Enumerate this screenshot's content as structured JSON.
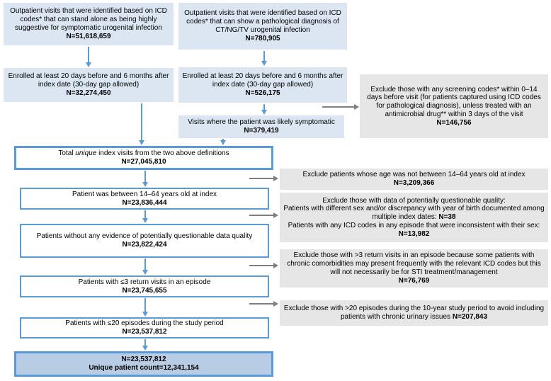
{
  "colors": {
    "box_fill_light_blue": "#dce6f2",
    "box_fill_gray": "#e7e6e6",
    "box_fill_periwinkle": "#b8cce4",
    "border_blue": "#5b9bd5",
    "arrow_blue": "#5b9bd5",
    "arrow_gray": "#7f7f7f",
    "text": "#000000"
  },
  "top": {
    "left_def": {
      "text": "Outpatient visits that were identified based on ICD codes* that can stand alone as being highly suggestive for symptomatic urogenital infection",
      "n": "N=51,618,659"
    },
    "right_def": {
      "text": "Outpatient visits that were identified based on ICD codes* that can show a pathological diagnosis of CT/NG/TV urogenital infection",
      "n": "N=780,905"
    },
    "left_enroll": {
      "text": "Enrolled at least 20 days before and 6 months after index date (30-day gap allowed)",
      "n": "N=32,274,450"
    },
    "right_enroll": {
      "text": "Enrolled at least 20 days before and 6 months after index date (30-day gap allowed)",
      "n": "N=526,175"
    },
    "symptomatic": {
      "text": "Visits where the patient was likely symptomatic",
      "n": "N=379,419"
    }
  },
  "flow": {
    "total": {
      "pre": "Total ",
      "em": "unique",
      "post": " index visits from the two above definitions",
      "n": "N=27,045,810"
    },
    "age": {
      "text": "Patient was between 14–64 years old at index",
      "n": "N=23,836,444"
    },
    "quality": {
      "text": "Patients without any evidence of potentially questionable data quality",
      "n": "N=23,822,424"
    },
    "returns": {
      "text": "Patients with ≤3 return visits in an episode",
      "n": "N=23,745,655"
    },
    "episodes": {
      "text": "Patients with ≤20 episodes during the study period",
      "n": "N=23,537,812"
    },
    "final": {
      "n": "N=23,537,812",
      "unique_count": "Unique patient count=12,341,154"
    }
  },
  "exclusions": {
    "screening": {
      "text": "Exclude those with any screening codes* within 0–14 days before visit (for patients captured using ICD codes for pathological diagnosis), unless treated with an antimicrobial drug** within 3 days of the visit",
      "n": "N=146,756"
    },
    "age": {
      "text": "Exclude patients whose age was not between 14–64 years old at index",
      "n": "N=3,209,366"
    },
    "quality": {
      "header": "Exclude those with data of potentially questionable quality:",
      "line1": "Patients with different sex and/or discrepancy with year of birth documented among multiple index dates: ",
      "n1": "N=38",
      "line2": "Patients with any ICD codes in any episode that were inconsistent with their sex: ",
      "n2": "N=13,982"
    },
    "returns": {
      "text": "Exclude those with >3 return visits in an episode because some patients with chronic comorbidities may present frequently with the relevant ICD codes but this will not necessarily be for STI treatment/management",
      "n": "N=76,769"
    },
    "episodes": {
      "text": "Exclude those with >20 episodes during the 10-year study period to avoid including patients with chronic urinary issues ",
      "n": "N=207,843"
    }
  }
}
